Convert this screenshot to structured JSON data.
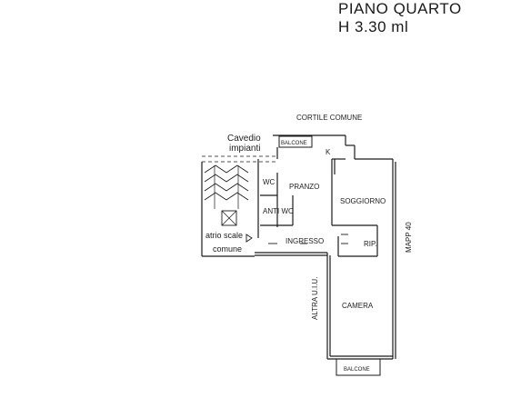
{
  "header": {
    "floor": "PIANO  QUARTO",
    "height": "H 3.30 ml"
  },
  "labels": {
    "cortile": "CORTILE COMUNE",
    "cavedio": "Cavedio",
    "impianti": "impianti",
    "balcone_top": "BALCONE",
    "k": "K",
    "wc": "WC",
    "pranzo": "PRANZO",
    "soggiorno": "SOGGIORNO",
    "anti_wc": "ANTI WC",
    "atrio_scale": "atrio scale",
    "comune": "comune",
    "ingresso": "INGRESSO",
    "rip": "RIP.",
    "mapp": "MAPP 40",
    "altra_uiu": "ALTRA U.I.U.",
    "camera": "CAMERA",
    "balcone_bottom": "BALCONE"
  }
}
